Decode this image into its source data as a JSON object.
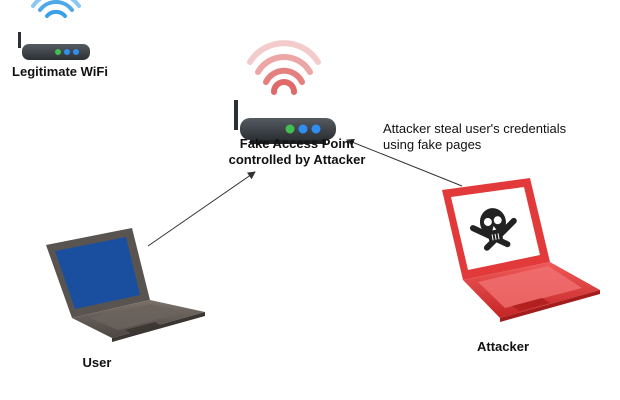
{
  "nodes": {
    "legit_wifi": {
      "label": "Legitimate WiFi"
    },
    "fake_ap": {
      "label_line1": "Fake Access Point",
      "label_line2": "controlled by Attacker"
    },
    "user": {
      "label": "User"
    },
    "attacker": {
      "label": "Attacker"
    }
  },
  "annotation": {
    "line1": "Attacker steal user's credentials",
    "line2": "using fake pages"
  },
  "colors": {
    "wifi_legit": "#3aa0e6",
    "wifi_fake": "#e06a6a",
    "router_body": "#3b3f44",
    "led_green": "#3fbf4f",
    "led_blue": "#2f8ff0",
    "laptop_user": "#5a5450",
    "screen_user": "#1a4fa0",
    "laptop_attacker": "#e23a3a",
    "arrow": "#333333"
  },
  "icons": [
    "router-icon",
    "wifi-signal-icon",
    "laptop-icon",
    "skull-crossbones-icon"
  ]
}
